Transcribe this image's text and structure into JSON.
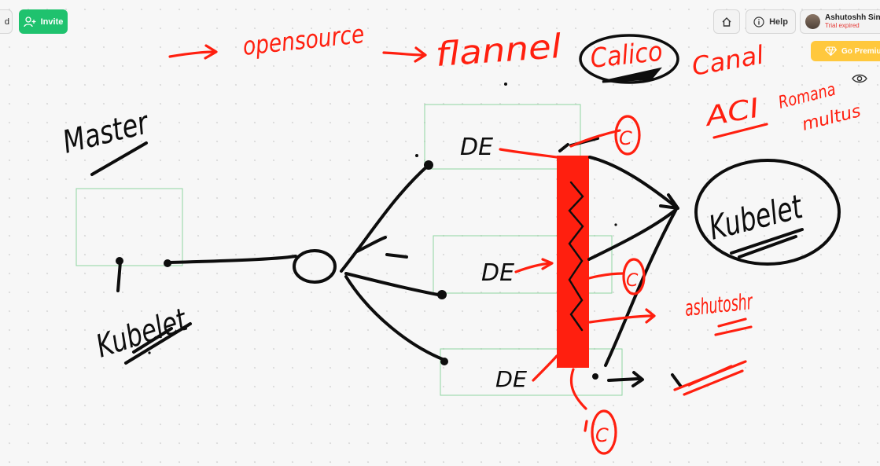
{
  "toolbar": {
    "share_partial": "d",
    "invite_label": "Invite",
    "help_label": "Help",
    "user_name": "Ashutoshh Singh",
    "user_status": "Trial expired",
    "premium_label": "Go Premium"
  },
  "icons": [
    "user-plus-icon",
    "home-icon",
    "help-circle-icon",
    "diamond-icon",
    "eye-icon"
  ],
  "colors": {
    "invite_green": "#1fc26e",
    "premium_yellow": "#ffc83d",
    "ink_red": "#ff1f0f",
    "ink_black": "#0d0d0d",
    "frame_green": "#8fd6a0"
  },
  "whiteboard": {
    "handwriting": {
      "master": "Master",
      "kubelet_left": "Kubelet",
      "kubelet_right": "Kubelet",
      "open_source": "opensource",
      "flannel": "flannel",
      "calico": "Calico",
      "canal": "Canal",
      "aci": "ACI",
      "romana": "Romana",
      "multus": "multus",
      "ashutoshr": "ashutoshr",
      "de_1": "DE",
      "de_2": "DE",
      "de_3": "DE",
      "c_marks": [
        "C",
        "C",
        "C"
      ]
    }
  }
}
